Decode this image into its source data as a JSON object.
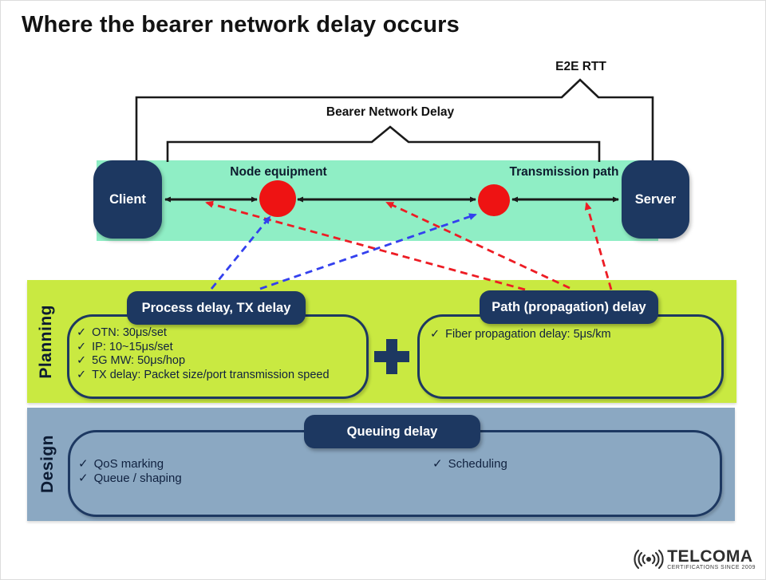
{
  "title": "Where the bearer network delay occurs",
  "glyphs": {
    "check": "✓"
  },
  "brackets": {
    "e2e_label": "E2E RTT",
    "bearer_label": "Bearer Network Delay"
  },
  "network": {
    "client_label": "Client",
    "server_label": "Server",
    "node_equipment_label": "Node equipment",
    "transmission_path_label": "Transmission path"
  },
  "planning": {
    "section_label": "Planning",
    "process_box": {
      "title": "Process delay, TX delay",
      "items": [
        "OTN: 30μs/set",
        "IP: 10~15μs/set",
        "5G MW: 50μs/hop",
        "TX delay: Packet size/port transmission speed"
      ]
    },
    "path_box": {
      "title": "Path (propagation) delay",
      "items": [
        "Fiber propagation delay: 5μs/km"
      ]
    }
  },
  "design": {
    "section_label": "Design",
    "queuing_box": {
      "title": "Queuing delay",
      "items_left": [
        "QoS marking",
        "Queue / shaping"
      ],
      "items_right": [
        "Scheduling"
      ]
    }
  },
  "logo": {
    "name": "TELCOMA",
    "tagline": "CERTIFICATIONS SINCE 2009"
  },
  "colors": {
    "navy": "#1d3861",
    "teal_band": "#8feec5",
    "lime_band": "#c9e941",
    "steel_band": "#8ba8c2",
    "node_red": "#ee1313",
    "arrow_black": "#1a1a1a",
    "dashed_red": "#ed1c24",
    "dashed_blue": "#3340ee"
  }
}
